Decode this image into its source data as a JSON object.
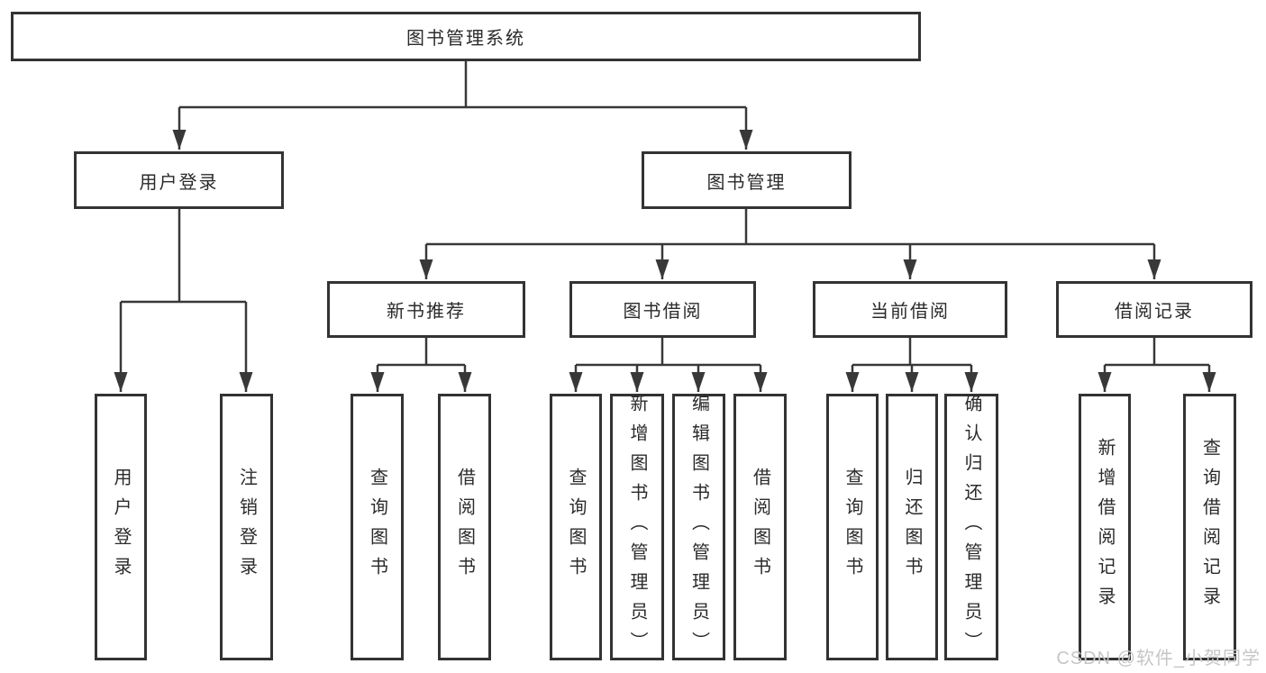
{
  "nodes": {
    "root": "图书管理系统",
    "level2": [
      "用户登录",
      "图书管理"
    ],
    "level3": [
      "新书推荐",
      "图书借阅",
      "当前借阅",
      "借阅记录"
    ],
    "leaves_user_login": [
      "用户登录",
      "注销登录"
    ],
    "leaves_new_book": [
      "查询图书",
      "借阅图书"
    ],
    "leaves_book_borrow": [
      "查询图书",
      "新增图书（管理员）",
      "编辑图书（管理员）",
      "借阅图书"
    ],
    "leaves_current_borrow": [
      "查询图书",
      "归还图书",
      "确认归还（管理员）"
    ],
    "leaves_borrow_record": [
      "新增借阅记录",
      "查询借阅记录"
    ]
  },
  "watermark": "CSDN @软件_小贺同学",
  "colors": {
    "line": "#383838",
    "border": "#333333",
    "text": "#2b2b2b",
    "watermark": "#c6c6c6",
    "background": "#ffffff"
  }
}
